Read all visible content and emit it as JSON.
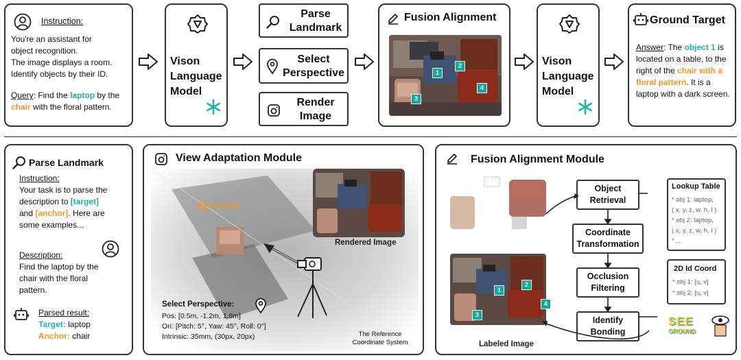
{
  "top": {
    "instruction_box": {
      "instruction_label": "Instruction:",
      "instruction_text": [
        "You're an assistant for",
        "object recognition.",
        "The image displays a room.",
        "Identify objects by their ID."
      ],
      "query_label": "Query",
      "query_parts": [
        ": Find the ",
        "laptop",
        " by the ",
        "chair",
        " with the floral pattern."
      ]
    },
    "vlm1": {
      "lines": [
        "Vison",
        "Language",
        "Model"
      ]
    },
    "parse_landmark": {
      "lines": [
        "Parse",
        "Landmark"
      ]
    },
    "select_perspective": {
      "lines": [
        "Select",
        "Perspective"
      ]
    },
    "render_image": {
      "lines": [
        "Render",
        "Image"
      ]
    },
    "fusion_alignment": {
      "title": "Fusion Alignment",
      "tags": [
        "1",
        "2",
        "3",
        "4"
      ]
    },
    "vlm2": {
      "lines": [
        "Vison",
        "Language",
        "Model"
      ]
    },
    "ground_target": {
      "title": "Ground Target",
      "answer_label": "Answer",
      "answer_parts": [
        ": The ",
        "object 1",
        " is located on a table, to the right of the ",
        "chair with a floral pattern",
        ". It is a laptop with a dark screen."
      ]
    }
  },
  "bottom": {
    "parse_landmark": {
      "title": "Parse Landmark",
      "instruction_label": "Instruction:",
      "instruction_parts": [
        "Your task is to parse the description to ",
        "[target]",
        " and ",
        "[anchor]",
        ". Here are some examples..."
      ],
      "description_label": "Description:",
      "description_text": "Find the laptop by the chair with the floral pattern.",
      "parsed_label": "Parsed result:",
      "target_label": "Target:",
      "target_value": " laptop",
      "anchor_label": "Anchor:",
      "anchor_value": " chair"
    },
    "view_adaptation": {
      "title": "View Adaptation Module",
      "anchor_tag": "[anchor]",
      "rendered_label": "Rendered Image",
      "select_title": "Select Perspective:",
      "pos": "Pos: [0.5m, -1.2m, 1.8m]",
      "ori": "Ori: [Pitch: 5°, Yaw: 45°, Roll: 0°]",
      "intrinsic": "Intrinsic: 35mm, (30px, 20px)",
      "ref_system": [
        "The Reference",
        "Coordinate System"
      ]
    },
    "fusion_module": {
      "title": "Fusion Alignment Module",
      "steps": [
        [
          "Object",
          "Retrieval"
        ],
        [
          "Coordinate",
          "Transformation"
        ],
        [
          "Occlusion",
          "Filtering"
        ],
        [
          "Identify",
          "Bonding"
        ]
      ],
      "lookup_title": "Lookup Table",
      "lookup_items": [
        "* obj 1: laptop,",
        "( x, y, z, w, h, l )",
        "* obj 2: laptop,",
        "( x, y, z, w, h, l )",
        "* ..."
      ],
      "coord_title": "2D Id Coord",
      "coord_items": [
        "* obj 1: [u, v]",
        "* obj 2: [u, v]"
      ],
      "labeled_label": "Labeled Image",
      "tags": [
        "1",
        "2",
        "3",
        "4"
      ],
      "logo": [
        "SEE",
        "GROUND"
      ]
    }
  },
  "colors": {
    "teal": "#1fb3a4",
    "orange": "#f0962a",
    "border": "#333333"
  }
}
